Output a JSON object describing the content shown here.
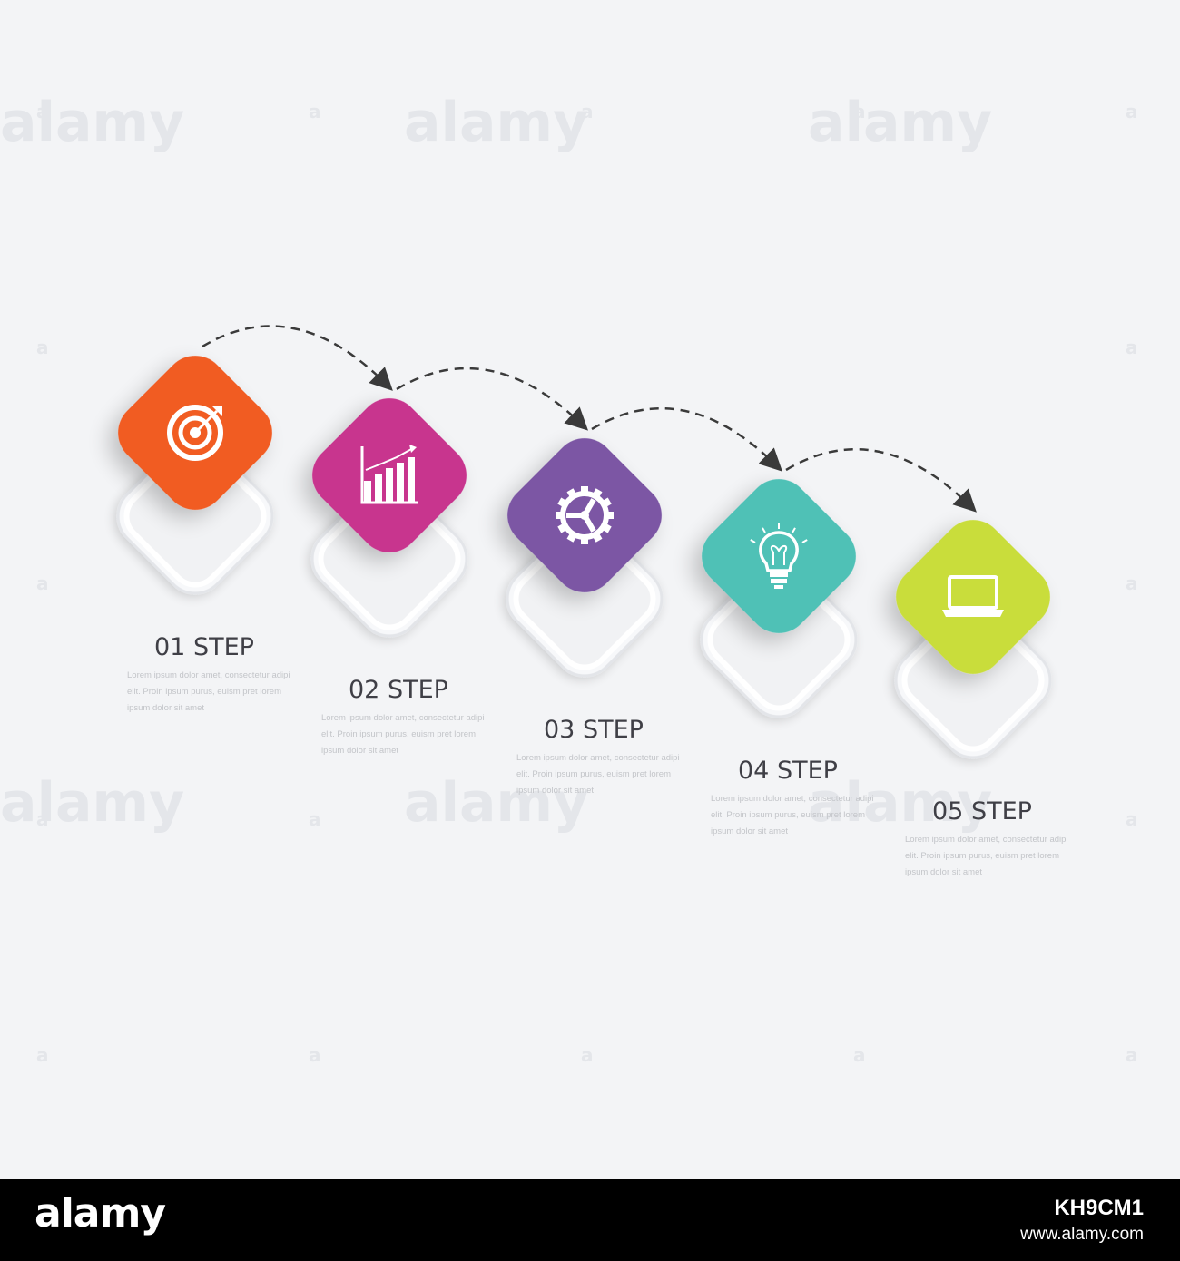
{
  "steps": [
    {
      "label": "01 STEP",
      "color": "#f15b22",
      "icon": "target-icon",
      "description": [
        "Lorem ipsum dolor amet, consectetur adipi",
        "elit. Proin ipsum purus, euism pret lorem",
        "ipsum dolor sit amet"
      ]
    },
    {
      "label": "02 STEP",
      "color": "#c8348e",
      "icon": "bar-chart-icon",
      "description": [
        "Lorem ipsum dolor amet, consectetur adipi",
        "elit. Proin ipsum purus, euism pret lorem",
        "ipsum dolor sit amet"
      ]
    },
    {
      "label": "03 STEP",
      "color": "#7b56a4",
      "icon": "gear-icon",
      "description": [
        "Lorem ipsum dolor amet, consectetur adipi",
        "elit. Proin ipsum purus, euism pret lorem",
        "ipsum dolor sit amet"
      ]
    },
    {
      "label": "04 STEP",
      "color": "#4fc1b6",
      "icon": "lightbulb-icon",
      "description": [
        "Lorem ipsum dolor amet, consectetur adipi",
        "elit. Proin ipsum purus, euism pret lorem",
        "ipsum dolor sit amet"
      ]
    },
    {
      "label": "05 STEP",
      "color": "#c9dd3b",
      "icon": "laptop-icon",
      "description": [
        "Lorem ipsum dolor amet, consectetur adipi",
        "elit. Proin ipsum purus, euism pret lorem",
        "ipsum dolor sit amet"
      ]
    }
  ],
  "colors": {
    "background": "#f3f4f6",
    "arrow": "#3a3a3a",
    "shadow_tile": "#ffffff"
  },
  "watermark": {
    "brand": "alamy",
    "mark": "a"
  },
  "footer": {
    "brand": "alamy",
    "image_id": "KH9CM1",
    "url": "www.alamy.com"
  }
}
